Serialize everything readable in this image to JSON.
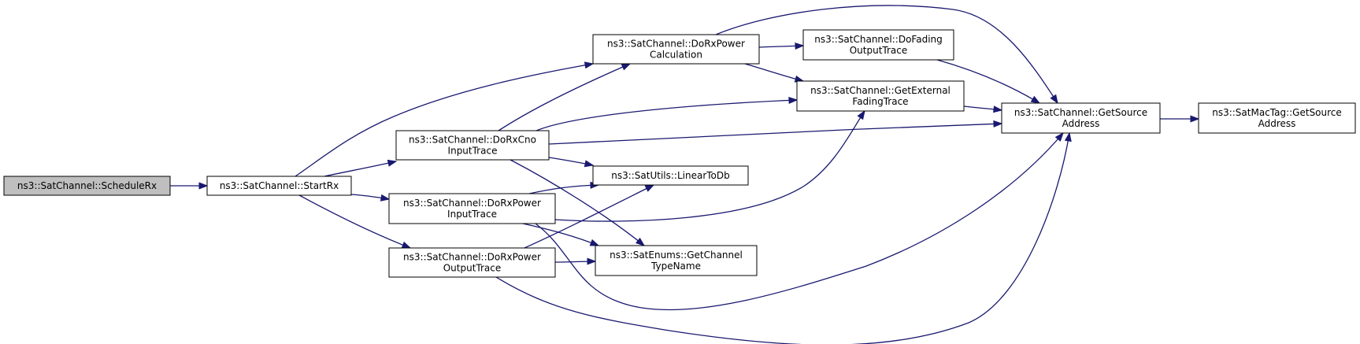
{
  "colors": {
    "edge": "#191970",
    "focused_node_fill": "#bfbfbf",
    "node_fill": "#ffffff",
    "node_border": "#000000"
  },
  "graph": {
    "nodes": [
      {
        "id": "schedulerx",
        "lines": [
          "ns3::SatChannel::ScheduleRx"
        ],
        "focused": true
      },
      {
        "id": "startrx",
        "lines": [
          "ns3::SatChannel::StartRx"
        ]
      },
      {
        "id": "dorxpowercalc",
        "lines": [
          "ns3::SatChannel::DoRxPower",
          "Calculation"
        ]
      },
      {
        "id": "dorxcno",
        "lines": [
          "ns3::SatChannel::DoRxCno",
          "InputTrace"
        ]
      },
      {
        "id": "dorxpowerin",
        "lines": [
          "ns3::SatChannel::DoRxPower",
          "InputTrace"
        ]
      },
      {
        "id": "dorxpowerout",
        "lines": [
          "ns3::SatChannel::DoRxPower",
          "OutputTrace"
        ]
      },
      {
        "id": "dofading",
        "lines": [
          "ns3::SatChannel::DoFading",
          "OutputTrace"
        ]
      },
      {
        "id": "getextfading",
        "lines": [
          "ns3::SatChannel::GetExternal",
          "FadingTrace"
        ]
      },
      {
        "id": "lineartodb",
        "lines": [
          "ns3::SatUtils::LinearToDb"
        ]
      },
      {
        "id": "getchanneltype",
        "lines": [
          "ns3::SatEnums::GetChannel",
          "TypeName"
        ]
      },
      {
        "id": "getsourceaddr",
        "lines": [
          "ns3::SatChannel::GetSource",
          "Address"
        ]
      },
      {
        "id": "mactaggetsource",
        "lines": [
          "ns3::SatMacTag::GetSource",
          "Address"
        ]
      }
    ],
    "edges": [
      {
        "from": "schedulerx",
        "to": "startrx"
      },
      {
        "from": "startrx",
        "to": "dorxpowercalc"
      },
      {
        "from": "startrx",
        "to": "dorxcno"
      },
      {
        "from": "startrx",
        "to": "dorxpowerin"
      },
      {
        "from": "startrx",
        "to": "dorxpowerout"
      },
      {
        "from": "dorxpowercalc",
        "to": "dofading"
      },
      {
        "from": "dorxpowercalc",
        "to": "getextfading"
      },
      {
        "from": "dorxpowercalc",
        "to": "getsourceaddr"
      },
      {
        "from": "dofading",
        "to": "getsourceaddr"
      },
      {
        "from": "getextfading",
        "to": "getsourceaddr"
      },
      {
        "from": "getsourceaddr",
        "to": "mactaggetsource"
      },
      {
        "from": "dorxcno",
        "to": "dorxpowercalc"
      },
      {
        "from": "dorxcno",
        "to": "getextfading"
      },
      {
        "from": "dorxcno",
        "to": "getsourceaddr"
      },
      {
        "from": "dorxcno",
        "to": "lineartodb"
      },
      {
        "from": "dorxcno",
        "to": "getchanneltype"
      },
      {
        "from": "dorxpowerin",
        "to": "lineartodb"
      },
      {
        "from": "dorxpowerin",
        "to": "getextfading"
      },
      {
        "from": "dorxpowerin",
        "to": "getchanneltype"
      },
      {
        "from": "dorxpowerin",
        "to": "getsourceaddr"
      },
      {
        "from": "dorxpowerout",
        "to": "lineartodb"
      },
      {
        "from": "dorxpowerout",
        "to": "getchanneltype"
      },
      {
        "from": "dorxpowerout",
        "to": "getsourceaddr"
      }
    ]
  }
}
